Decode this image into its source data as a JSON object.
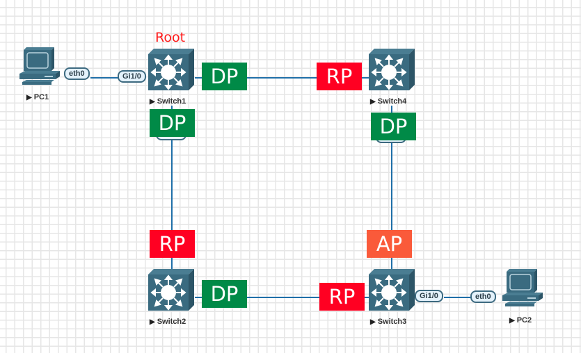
{
  "diagram": {
    "root_label": "Root",
    "colors": {
      "link": "#1f6fa8",
      "device": "#3a6b80",
      "designated_port": "#008a47",
      "root_port": "#ff0022",
      "alternate_port": "#fa5a3a",
      "root_text": "#ff1a1a"
    },
    "nodes": [
      {
        "id": "pc1",
        "label": "PC1",
        "type": "pc-icon"
      },
      {
        "id": "switch1",
        "label": "Switch1",
        "type": "l3-switch-icon"
      },
      {
        "id": "switch2",
        "label": "Switch2",
        "type": "l3-switch-icon"
      },
      {
        "id": "switch3",
        "label": "Switch3",
        "type": "l3-switch-icon"
      },
      {
        "id": "switch4",
        "label": "Switch4",
        "type": "l3-switch-icon"
      },
      {
        "id": "pc2",
        "label": "PC2",
        "type": "pc-icon"
      }
    ],
    "ports": {
      "pc1_eth0": "eth0",
      "switch1_gi": "Gi1/0",
      "switch3_gi": "Gi1/0",
      "pc2_eth0": "eth0"
    },
    "links": [
      {
        "from": "PC1",
        "to": "Switch1"
      },
      {
        "from": "Switch1",
        "to": "Switch4"
      },
      {
        "from": "Switch1",
        "to": "Switch2"
      },
      {
        "from": "Switch4",
        "to": "Switch3"
      },
      {
        "from": "Switch2",
        "to": "Switch3"
      },
      {
        "from": "Switch3",
        "to": "PC2"
      }
    ],
    "port_roles": {
      "sw1_to_sw4": "DP",
      "sw4_to_sw1": "RP",
      "sw1_to_sw2": "DP",
      "sw4_to_sw3": "DP",
      "sw2_to_sw1": "RP",
      "sw3_to_sw4": "AP",
      "sw2_to_sw3": "DP",
      "sw3_to_sw2": "RP"
    }
  }
}
